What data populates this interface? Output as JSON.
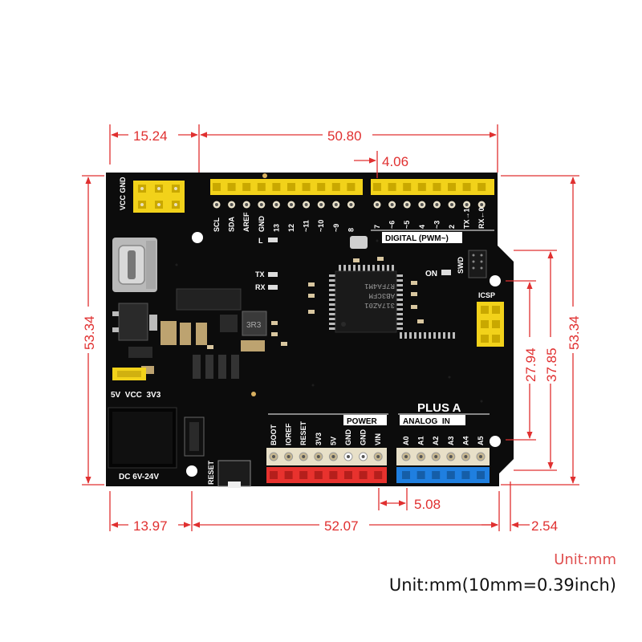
{
  "dimensions": {
    "top_left_width": "15.24",
    "top_header_span": "50.80",
    "header_gap": "4.06",
    "left_height": "53.34",
    "right_height": "53.34",
    "right_inner_1": "27.94",
    "right_inner_2": "37.85",
    "bottom_left": "13.97",
    "bottom_span": "52.07",
    "bottom_pitch": "5.08",
    "bottom_right_offset": "2.54"
  },
  "board": {
    "vcc_gnd_label": "VCC GND",
    "digital_pins_left": [
      "SCL",
      "SDA",
      "AREF",
      "GND",
      "13",
      "12",
      "~11",
      "~10",
      "~9",
      "8"
    ],
    "digital_pins_right": [
      "7",
      "~6",
      "~5",
      "4",
      "~3",
      "2",
      "TX→1",
      "RX←0"
    ],
    "digital_label": "DIGITAL (PWM~)",
    "led_l": "L",
    "led_tx": "TX",
    "led_rx": "RX",
    "on_label": "ON",
    "swd_label": "SWD",
    "icsp_label": "ICSP",
    "chip_lines": [
      "R7FA4M1",
      "AB3CFM",
      "317AZ01"
    ],
    "inductor_mark": "3R3",
    "voltage_select": "5V  VCC  3V3",
    "dc_label": "DC 6V-24V",
    "reset_label": "RESET",
    "product_name": "PLUS A",
    "power_label": "POWER",
    "analog_label": "ANALOG  IN",
    "power_pins": [
      "BOOT",
      "IOREF",
      "RESET",
      "3V3",
      "5V",
      "GND",
      "GND",
      "VIN"
    ],
    "analog_pins": [
      "A0",
      "A1",
      "A2",
      "A3",
      "A4",
      "A5"
    ]
  },
  "units": {
    "unit_short": "Unit:mm",
    "unit_long": "Unit:mm(10mm=0.39inch)"
  },
  "colors": {
    "dimension": "#e03030",
    "board": "#0c0c0c",
    "header_yellow": "#f2d21a",
    "header_red": "#e8322e",
    "header_blue": "#1f7fe0"
  }
}
